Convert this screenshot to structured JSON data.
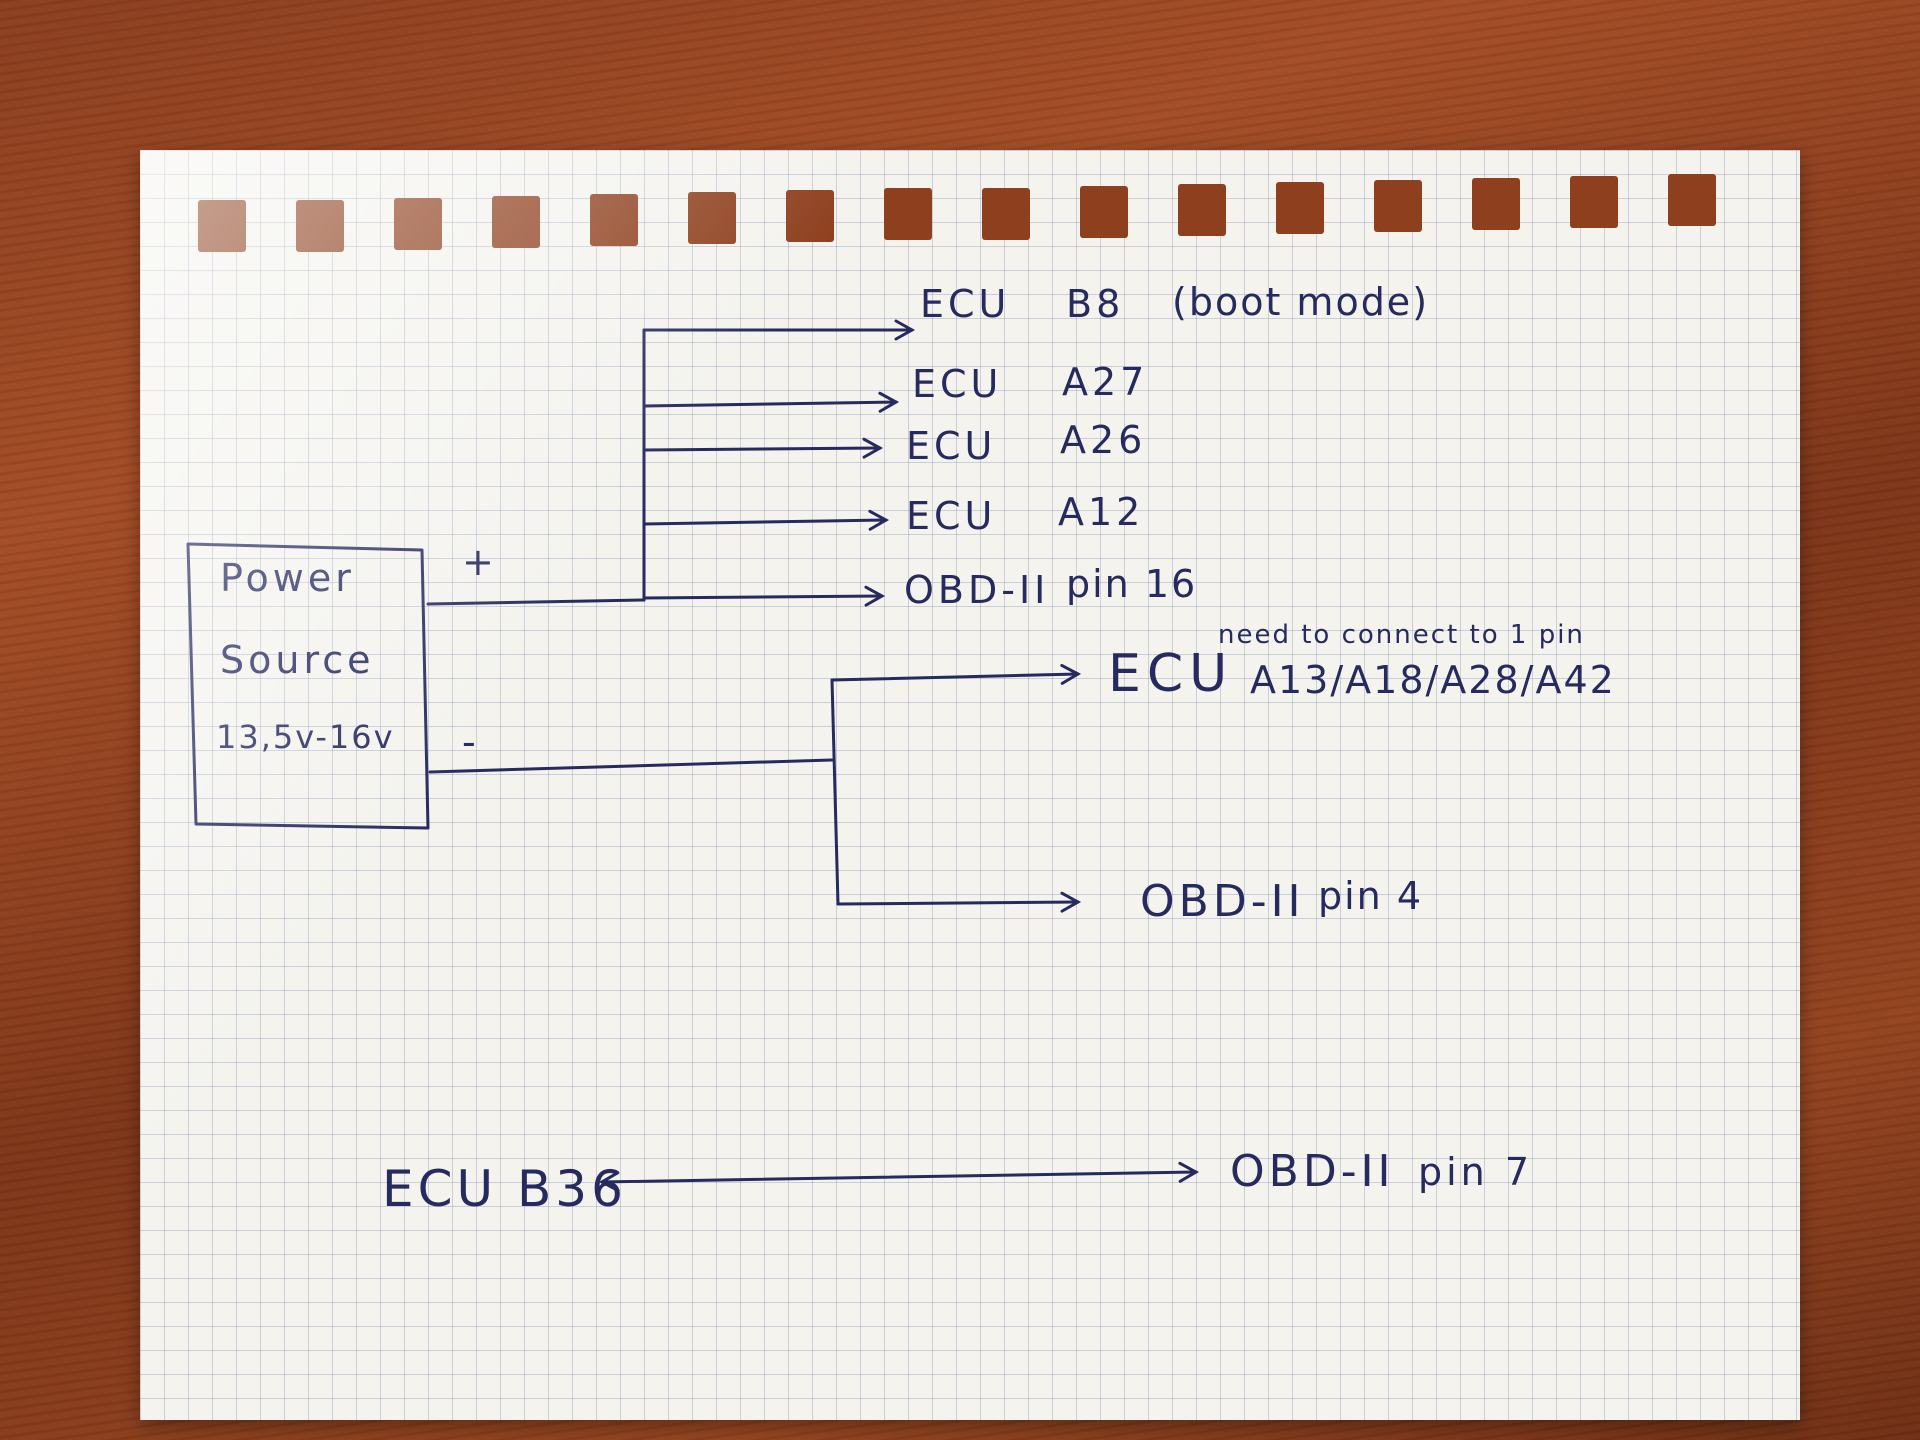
{
  "power_source": {
    "line1": "Power",
    "line2": "Source",
    "voltage": "13,5v-16v",
    "plus": "+",
    "minus": "-"
  },
  "positive_targets": [
    {
      "device": "ECU",
      "pin": "B8",
      "note": "(boot mode)"
    },
    {
      "device": "ECU",
      "pin": "A27"
    },
    {
      "device": "ECU",
      "pin": "A26"
    },
    {
      "device": "ECU",
      "pin": "A12"
    },
    {
      "device": "OBD-II",
      "pin": "pin 16"
    }
  ],
  "negative_targets": [
    {
      "device": "ECU",
      "note": "need to connect to 1 pin",
      "pins": "A13/A18/A28/A42"
    },
    {
      "device": "OBD-II",
      "pin": "pin 4"
    }
  ],
  "bidirectional_link": {
    "from": "ECU B36",
    "to_device": "OBD-II",
    "to_pin": "pin 7"
  },
  "colors": {
    "ink": "#262a5e",
    "paper": "#f4f3ee",
    "grid": "#5a6ea0",
    "desk": "#8a3d1e"
  }
}
